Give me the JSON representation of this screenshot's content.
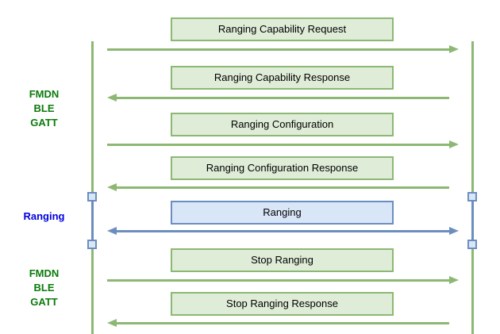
{
  "diagram": {
    "type": "sequence-diagram",
    "side_labels": [
      {
        "id": "protocol-top",
        "lines": [
          "FMDN",
          "BLE",
          "GATT"
        ],
        "color": "#0b7a0b"
      },
      {
        "id": "phase-ranging",
        "lines": [
          "Ranging"
        ],
        "color": "#0000e0"
      },
      {
        "id": "protocol-bottom",
        "lines": [
          "FMDN",
          "BLE",
          "GATT"
        ],
        "color": "#0b7a0b"
      }
    ],
    "messages": [
      {
        "label": "Ranging Capability Request",
        "direction": "right",
        "theme": "green"
      },
      {
        "label": "Ranging Capability Response",
        "direction": "left",
        "theme": "green"
      },
      {
        "label": "Ranging Configuration",
        "direction": "right",
        "theme": "green"
      },
      {
        "label": "Ranging Configuration Response",
        "direction": "left",
        "theme": "green"
      },
      {
        "label": "Ranging",
        "direction": "both",
        "theme": "blue"
      },
      {
        "label": "Stop Ranging",
        "direction": "right",
        "theme": "green"
      },
      {
        "label": "Stop Ranging Response",
        "direction": "left",
        "theme": "green"
      }
    ],
    "palette": {
      "green_line": "#8cb873",
      "green_fill": "#dfecd7",
      "green_text": "#0b7a0b",
      "blue_line": "#6c8ebf",
      "blue_fill": "#d9e6f8",
      "blue_text": "#0000e0",
      "box_text": "#000000",
      "background": "#ffffff"
    }
  }
}
